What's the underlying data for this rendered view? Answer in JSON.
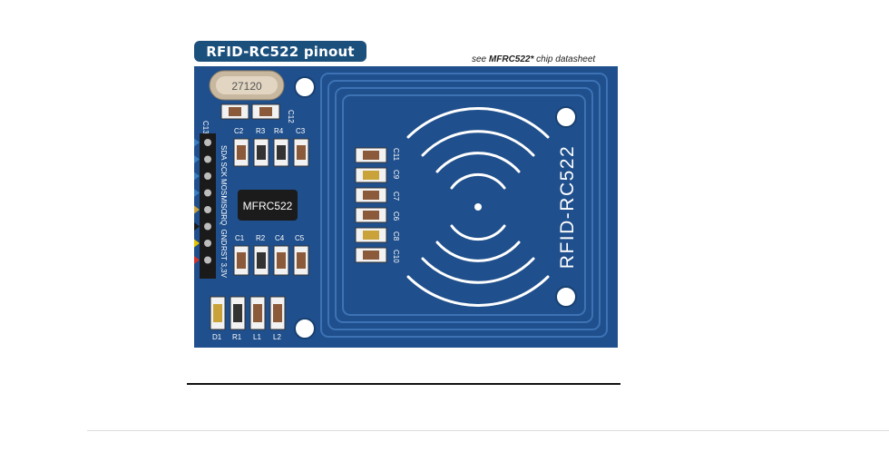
{
  "title": "RFID-RC522 pinout",
  "note": {
    "prefix": "see ",
    "chip": "MFRC522*",
    "suffix": " chip datasheet"
  },
  "board": {
    "chip_label": "MFRC522",
    "antenna_label": "RFID-RC522",
    "crystal_label": "27120",
    "pins": [
      "SDA",
      "SCK",
      "MOSI",
      "MISO",
      "IRQ",
      "GND",
      "RST",
      "3,3V"
    ],
    "pin_colors": [
      "#3a7fc1",
      "#3a7fc1",
      "#3a7fc1",
      "#3a7fc1",
      "#c9a33a",
      "#1a1a1a",
      "#e6c200",
      "#d0312d"
    ],
    "top_labels": [
      "C13",
      "C12",
      "C2",
      "R3",
      "R4",
      "C3"
    ],
    "mid_labels": [
      "C1",
      "R2",
      "C4",
      "C5"
    ],
    "bottom_labels": [
      "D1",
      "R1",
      "L1",
      "L2"
    ],
    "cap_labels_a": [
      "C11",
      "C9",
      "C7",
      "C6",
      "C8",
      "C10"
    ],
    "colors": {
      "board": "#1f4f8c",
      "trace": "#3d73b5",
      "pill": "#1b4f7c"
    }
  }
}
